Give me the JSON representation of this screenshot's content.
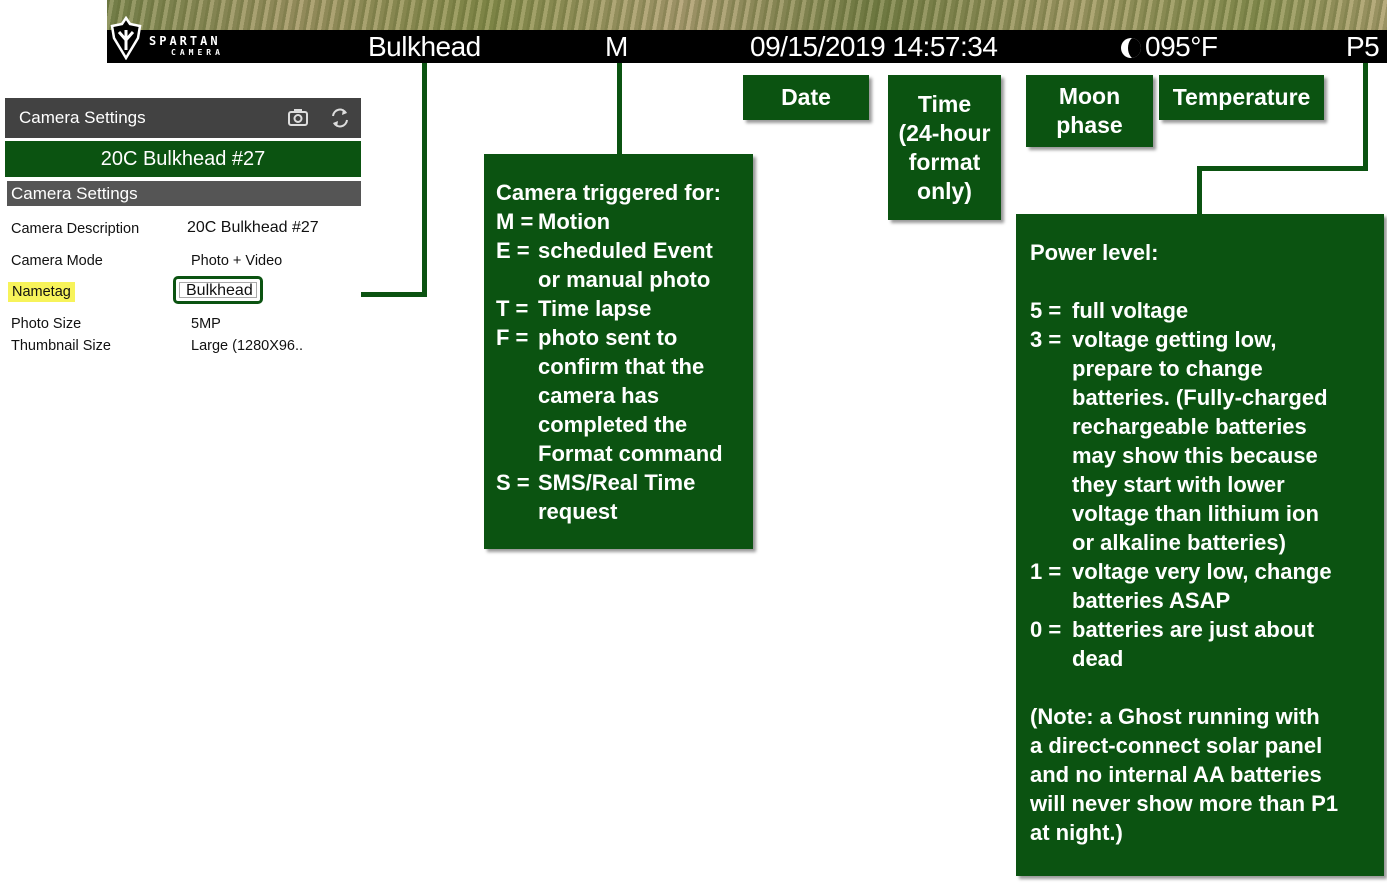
{
  "info_bar": {
    "logo_text": "SPARTAN",
    "logo_subtext": "CAMERA",
    "nametag": "Bulkhead",
    "trigger": "M",
    "datetime": "09/15/2019 14:57:34",
    "temperature": "095°F",
    "power": "P5"
  },
  "labels": {
    "date": "Date",
    "time": [
      "Time",
      "(24-hour",
      "format",
      "only)"
    ],
    "moon": [
      "Moon",
      "phase"
    ],
    "temperature": "Temperature"
  },
  "trigger_box": {
    "title": "Camera triggered for:",
    "items": [
      {
        "key": "M =",
        "lines": [
          "Motion"
        ]
      },
      {
        "key": "E =",
        "lines": [
          "scheduled Event",
          "or manual photo"
        ]
      },
      {
        "key": "T =",
        "lines": [
          "Time lapse"
        ]
      },
      {
        "key": "F =",
        "lines": [
          "photo sent to",
          "confirm that the",
          "camera has",
          "completed the",
          "Format command"
        ]
      },
      {
        "key": "S =",
        "lines": [
          "SMS/Real Time",
          "request"
        ]
      }
    ]
  },
  "power_box": {
    "title": "Power level:",
    "items": [
      {
        "key": "5 =",
        "lines": [
          "full voltage"
        ]
      },
      {
        "key": "3 =",
        "lines": [
          "voltage getting low,",
          "prepare to change",
          "batteries. (Fully-charged",
          "rechargeable batteries",
          "may show this because",
          "they start with lower",
          "voltage than lithium ion",
          "or alkaline batteries)"
        ]
      },
      {
        "key": "1 =",
        "lines": [
          "voltage very low, change",
          "batteries ASAP"
        ]
      },
      {
        "key": "0 =",
        "lines": [
          "batteries are just about",
          "dead"
        ]
      }
    ],
    "note": [
      "(Note: a Ghost running with",
      "a direct-connect solar panel",
      "and no internal AA batteries",
      "will never show more than P1",
      "at night.)"
    ]
  },
  "settings_panel": {
    "header": "Camera Settings",
    "camera_name": "20C Bulkhead #27",
    "section": "Camera Settings",
    "rows": [
      {
        "label": "Camera Description",
        "value": "20C Bulkhead #27"
      },
      {
        "label": "Camera Mode",
        "value": "Photo + Video"
      },
      {
        "label": "Nametag",
        "value": "Bulkhead"
      },
      {
        "label": "Photo Size",
        "value": "5MP"
      },
      {
        "label": "Thumbnail Size",
        "value": "Large (1280X96.."
      }
    ]
  },
  "icons": [
    "logo-icon",
    "moon-phase-icon",
    "camera-icon",
    "refresh-icon"
  ],
  "colors": {
    "label_green": "#0b5311",
    "highlight_yellow": "#f7f35a",
    "bar_black": "#000000",
    "panel_gray": "#424242"
  }
}
